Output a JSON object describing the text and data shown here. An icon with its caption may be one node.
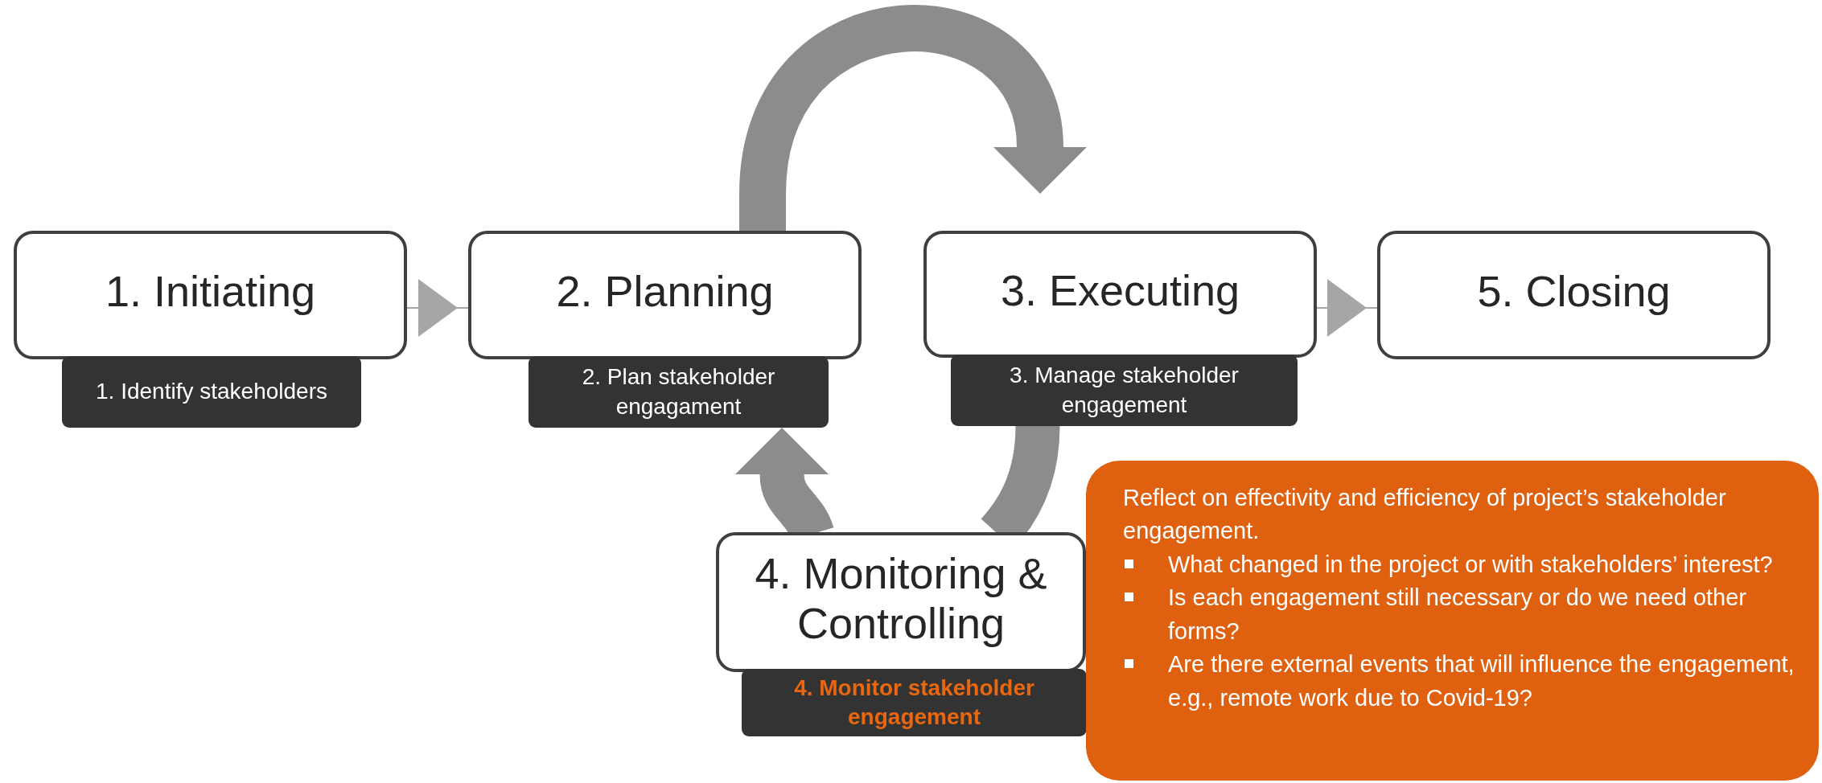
{
  "diagram": {
    "nodes": [
      {
        "text": [
          "1. Initiating"
        ]
      },
      {
        "text": [
          "1. Identify stakeholders"
        ]
      },
      {
        "text": [
          "2. Planning"
        ]
      },
      {
        "text": [
          "2. Plan stakeholder engagament"
        ]
      },
      {
        "text": [
          "3. Executing"
        ]
      },
      {
        "text": [
          "3. Manage stakeholder engagement"
        ]
      },
      {
        "text": [
          "5. Closing"
        ]
      },
      {
        "text": [
          "4. Monitoring & Controlling"
        ]
      },
      {
        "text": [
          "4. Monitor stakeholder engagement"
        ]
      },
      {
        "text": [
          "Reflect on effectivity and efficiency of project’s stakeholder engagement.",
          "What changed in the project or with stakeholders’ interest?",
          "Is each engagement still necessary or do we need other forms?",
          "Are there external events that will influence the engagement, e.g., remote work due to Covid-19?"
        ]
      }
    ],
    "edges": [
      {
        "from": 0,
        "to": 2,
        "arrow": "to"
      },
      {
        "from": 2,
        "to": 4,
        "arrow": "to"
      },
      {
        "from": 4,
        "to": 6,
        "arrow": "to"
      },
      {
        "from": 5,
        "to": 7,
        "arrow": "none"
      },
      {
        "from": 7,
        "to": 3,
        "arrow": "to"
      }
    ]
  }
}
